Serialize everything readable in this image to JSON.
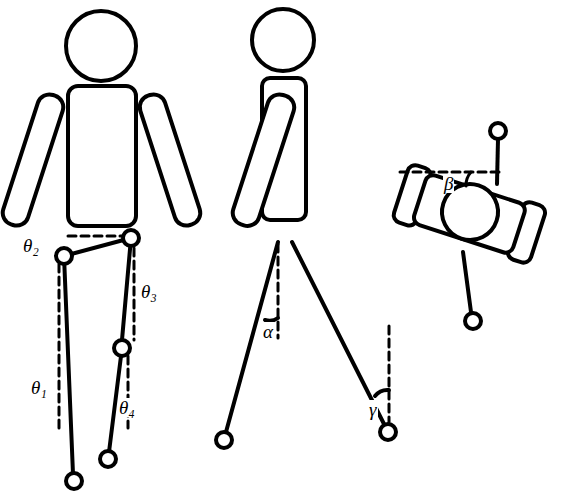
{
  "diagram": {
    "labels": [
      "θ₂",
      "θ₃",
      "θ₁",
      "θ₄",
      "α",
      "γ",
      "β"
    ]
  }
}
